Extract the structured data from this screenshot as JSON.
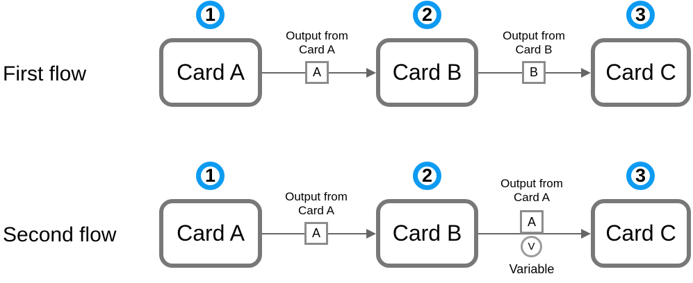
{
  "theme": {
    "badge_blue": "#0d9bf2",
    "card_border": "#787878",
    "box_border": "#8c8c8c",
    "circle_border": "#9b9b9b",
    "line_color": "#666666"
  },
  "flows": [
    {
      "label": "First flow",
      "badges": [
        "1",
        "2",
        "3"
      ],
      "cards": [
        "Card A",
        "Card B",
        "Card C"
      ],
      "connectors": [
        {
          "label_line1": "Output from",
          "label_line2": "Card A",
          "token": "A"
        },
        {
          "label_line1": "Output from",
          "label_line2": "Card B",
          "token": "B"
        }
      ]
    },
    {
      "label": "Second flow",
      "badges": [
        "1",
        "2",
        "3"
      ],
      "cards": [
        "Card A",
        "Card B",
        "Card C"
      ],
      "connectors": [
        {
          "label_line1": "Output from",
          "label_line2": "Card A",
          "token": "A"
        },
        {
          "label_line1": "Output from",
          "label_line2": "Card A",
          "token": "A",
          "variable_token": "V",
          "variable_label": "Variable"
        }
      ]
    }
  ]
}
